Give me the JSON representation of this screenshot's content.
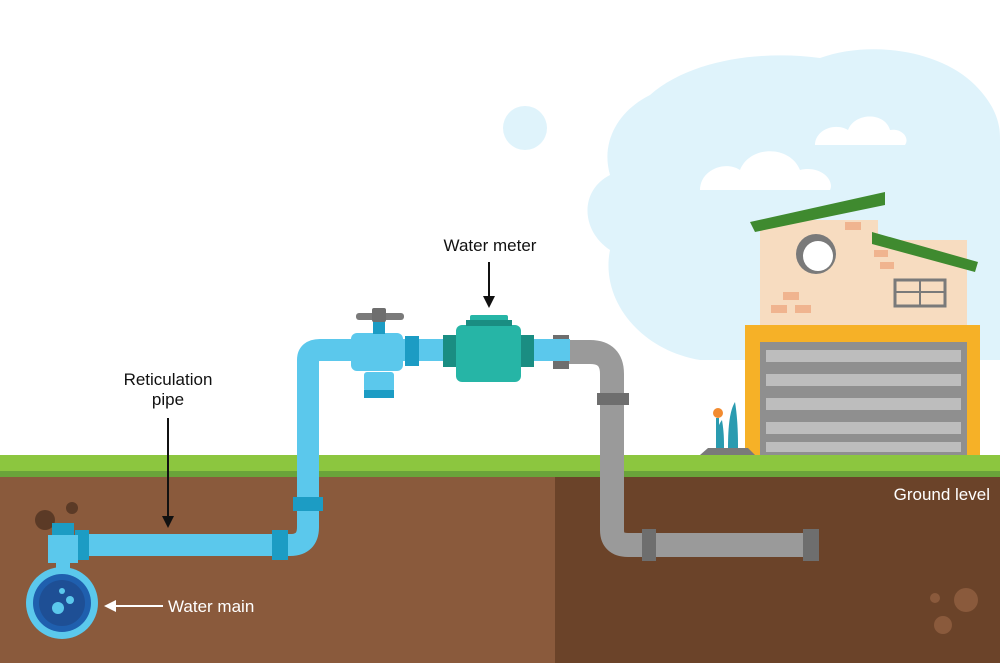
{
  "labels": {
    "water_meter": "Water meter",
    "reticulation_line1": "Reticulation",
    "reticulation_line2": "pipe",
    "water_main": "Water main",
    "ground_level": "Ground level"
  },
  "colors": {
    "sky_cloud": "#dff3fb",
    "grass": "#8cc63f",
    "grass_dark": "#6aa33a",
    "soil_public": "#8a5a3c",
    "soil_private": "#6b4329",
    "pipe_blue": "#5bc8ec",
    "pipe_blue_dark": "#1c9cc4",
    "meter_teal": "#26b5a6",
    "pipe_grey": "#9a9a9a",
    "pipe_grey_dark": "#6e6e6e",
    "house_wall": "#f7dcc0",
    "house_roof": "#3f8a2f",
    "garage_frame": "#f6b127",
    "garage_door": "#bdbdbd",
    "water_main_blue": "#1f5fae"
  },
  "icons": {
    "house": "house-icon",
    "water_meter": "water-meter-icon",
    "valve": "valve-icon",
    "water_main": "water-main-icon"
  }
}
